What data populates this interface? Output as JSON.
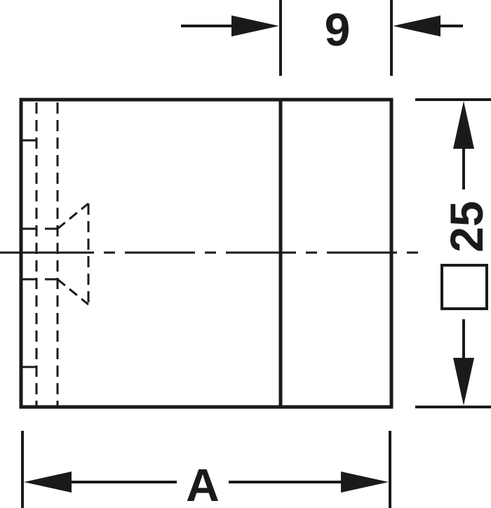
{
  "drawing": {
    "dimensions": {
      "width_label": "9",
      "height_label": "25",
      "length_label": "A"
    },
    "symbols": {
      "square_section": "square-section-icon"
    },
    "colors": {
      "line": "#1a1a1a",
      "background": "#ffffff"
    }
  }
}
